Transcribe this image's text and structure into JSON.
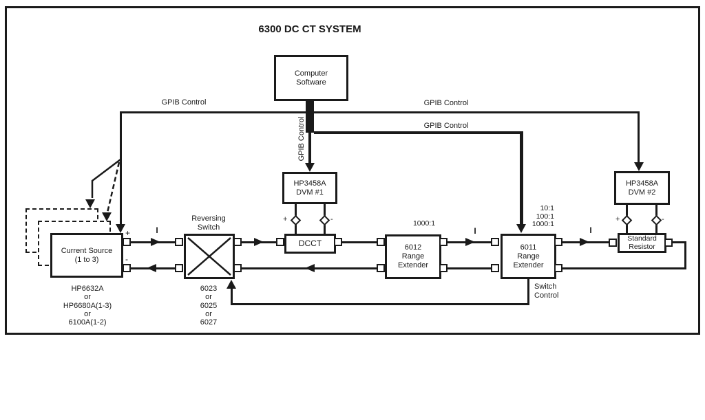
{
  "title": "6300 DC CT SYSTEM",
  "colors": {
    "ink": "#1a1a1a",
    "background": "#ffffff"
  },
  "labels": {
    "gpib": "GPIB Control",
    "current": "I",
    "plus": "+",
    "minus": "-",
    "ratio_6012": "1000:1",
    "ratios_6011": [
      "10:1",
      "100:1",
      "1000:1"
    ],
    "switch_control": [
      "Switch",
      "Control"
    ]
  },
  "blocks": {
    "computer_software": [
      "Computer",
      "Software"
    ],
    "dvm1": [
      "HP3458A",
      "DVM #1"
    ],
    "dvm2": [
      "HP3458A",
      "DVM #2"
    ],
    "current_source": [
      "Current Source",
      "(1 to 3)"
    ],
    "current_source_models": [
      "HP6632A",
      "or",
      "HP6680A(1-3)",
      "or",
      "6100A(1-2)"
    ],
    "reversing_switch": [
      "Reversing",
      "Switch"
    ],
    "reversing_switch_models": [
      "6023",
      "or",
      "6025",
      "or",
      "6027"
    ],
    "dcct": "DCCT",
    "range_extender_6012": [
      "6012",
      "Range Extender"
    ],
    "range_extender_6011": [
      "6011",
      "Range Extender"
    ],
    "standard_resistor": [
      "Standard",
      "Resistor"
    ]
  }
}
